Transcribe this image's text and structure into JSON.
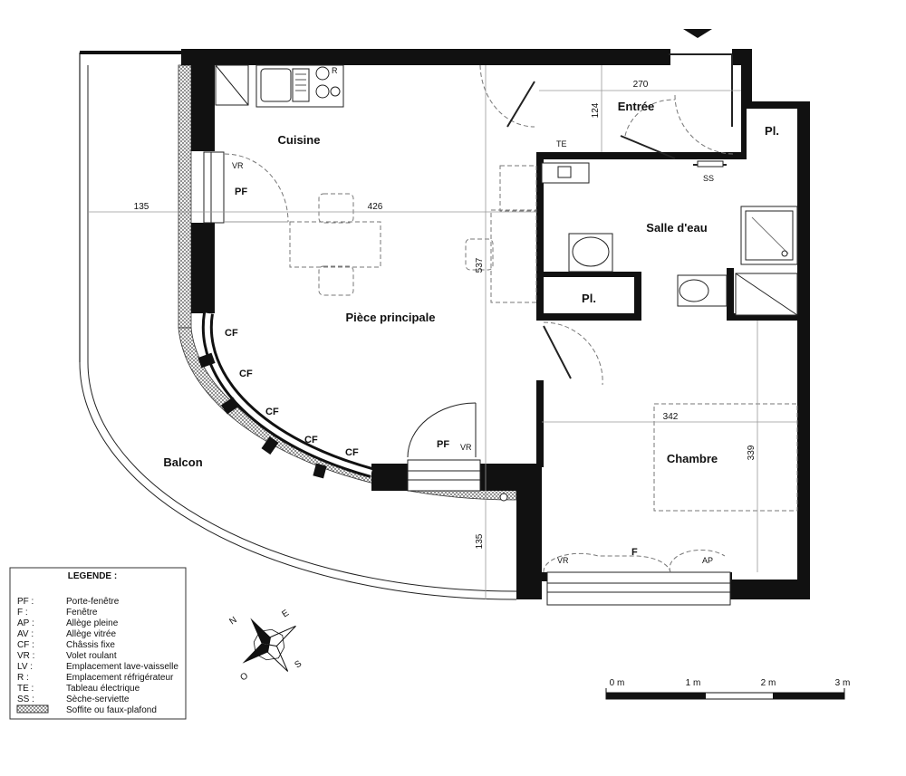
{
  "rooms": {
    "cuisine": "Cuisine",
    "entree": "Entrée",
    "salle_eau": "Salle d'eau",
    "piece_principale": "Pièce principale",
    "chambre": "Chambre",
    "balcon": "Balcon",
    "placard": "Pl."
  },
  "dimensions": {
    "entree_width": "270",
    "entree_depth": "124",
    "balcon_left": "135",
    "piece_width": "426",
    "piece_depth": "537",
    "chambre_width": "342",
    "chambre_depth": "339",
    "balcon_bottom": "135"
  },
  "openings": {
    "pf": "PF",
    "vr": "VR",
    "cf": "CF",
    "f": "F",
    "ap": "AP",
    "te": "TE",
    "ss": "SS",
    "r": "R"
  },
  "legend": {
    "title": "LEGENDE :",
    "items": [
      {
        "code": "PF :",
        "label": "Porte-fenêtre"
      },
      {
        "code": "F :",
        "label": "Fenêtre"
      },
      {
        "code": "AP :",
        "label": "Allège pleine"
      },
      {
        "code": "AV :",
        "label": "Allège vitrée"
      },
      {
        "code": "CF :",
        "label": "Châssis fixe"
      },
      {
        "code": "VR :",
        "label": "Volet roulant"
      },
      {
        "code": "LV :",
        "label": "Emplacement lave-vaisselle"
      },
      {
        "code": "R :",
        "label": "Emplacement réfrigérateur"
      },
      {
        "code": "TE :",
        "label": "Tableau électrique"
      },
      {
        "code": "SS :",
        "label": "Sèche-serviette"
      }
    ],
    "hatch_label": "Soffite ou faux-plafond"
  },
  "compass": {
    "n": "N",
    "e": "E",
    "s": "S",
    "o": "O"
  },
  "scale": {
    "labels": [
      "0 m",
      "1 m",
      "2 m",
      "3 m"
    ]
  }
}
